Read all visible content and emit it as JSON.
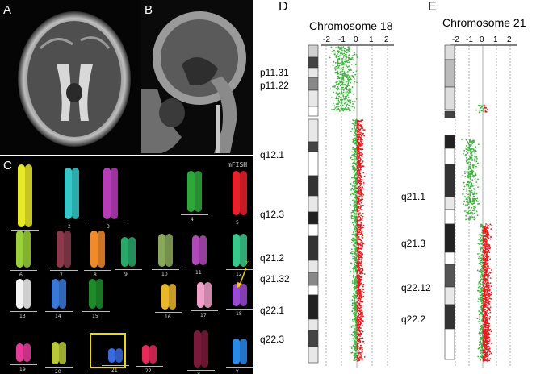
{
  "panels": {
    "A": {
      "label": "A"
    },
    "B": {
      "label": "B"
    },
    "C": {
      "label": "C",
      "tag": "mFISH",
      "arrow_label": "21",
      "chromosomes": [
        {
          "num": "1",
          "color": "#e8e82a"
        },
        {
          "num": "2",
          "color": "#35c8c8"
        },
        {
          "num": "3",
          "color": "#b83cb8"
        },
        {
          "num": "4",
          "color": "#2ea83a"
        },
        {
          "num": "5",
          "color": "#e8202a"
        },
        {
          "num": "6",
          "color": "#9ad03a"
        },
        {
          "num": "7",
          "color": "#8a3a4a"
        },
        {
          "num": "8",
          "color": "#f08a2a"
        },
        {
          "num": "9",
          "color": "#2aa86a"
        },
        {
          "num": "10",
          "color": "#8aa85a"
        },
        {
          "num": "11",
          "color": "#b04ab8"
        },
        {
          "num": "12",
          "color": "#3ac88a"
        },
        {
          "num": "13",
          "color": "#f4f4f4"
        },
        {
          "num": "14",
          "color": "#3a78d8"
        },
        {
          "num": "15",
          "color": "#1e8a2a"
        },
        {
          "num": "16",
          "color": "#e8b82a"
        },
        {
          "num": "17",
          "color": "#f0a0c8"
        },
        {
          "num": "18",
          "color": "#9a4ad0"
        },
        {
          "num": "19",
          "color": "#e83a9a"
        },
        {
          "num": "20",
          "color": "#b8c83a"
        },
        {
          "num": "21",
          "color": "#3a6ae0"
        },
        {
          "num": "22",
          "color": "#e82a5a"
        },
        {
          "num": "X",
          "color": "#7a1a3a"
        },
        {
          "num": "Y",
          "color": "#2a8ae8"
        }
      ]
    },
    "D": {
      "label": "D",
      "title": "Chromosome 18",
      "ticks": [
        "-2",
        "-1",
        "0",
        "1",
        "2"
      ],
      "bands": [
        "p11.31",
        "p11.22",
        "q12.1",
        "q12.3",
        "q21.2",
        "q21.32",
        "q22.1",
        "q22.3"
      ]
    },
    "E": {
      "label": "E",
      "title": "Chromosome 21",
      "ticks": [
        "-2",
        "-1",
        "0",
        "1",
        "2"
      ],
      "bands": [
        "q21.1",
        "q21.3",
        "q22.12",
        "q22.2"
      ]
    }
  },
  "colors": {
    "loss": "#3cb43c",
    "gain": "#e01e1e",
    "highlight": "#e8d820",
    "arrow": "#f0c818"
  }
}
